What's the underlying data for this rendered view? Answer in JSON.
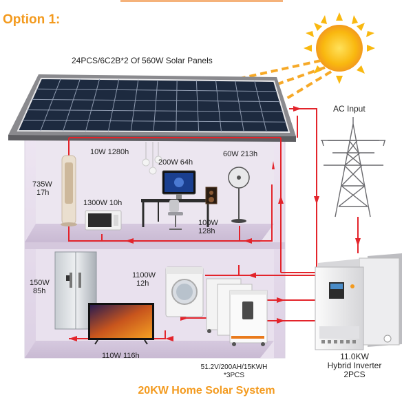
{
  "header": {
    "option_title": "Option 1:"
  },
  "solar_panels": {
    "label": "24PCS/6C2B*2 Of 560W Solar Panels"
  },
  "grid": {
    "label": "AC Input"
  },
  "appliances": {
    "lamp": {
      "label": "10W 1280h"
    },
    "computer": {
      "label": "200W 64h"
    },
    "fan": {
      "label": "60W 213h"
    },
    "air_conditioner": {
      "line1": "735W",
      "line2": "17h"
    },
    "microwave": {
      "label": "1300W 10h"
    },
    "speaker": {
      "line1": "100W",
      "line2": "128h"
    },
    "fridge": {
      "line1": "150W",
      "line2": "85h"
    },
    "washer": {
      "line1": "1100W",
      "line2": "12h"
    },
    "tv": {
      "label": "110W 116h"
    }
  },
  "battery": {
    "line1": "51.2V/200AH/15KWH",
    "line2": "*3PCS"
  },
  "inverter": {
    "line1": "11.0KW",
    "line2": "Hybrid Inverter",
    "line3": "2PCS"
  },
  "footer": {
    "title": "20KW Home Solar System"
  },
  "colors": {
    "accent": "#f39a1e",
    "wire": "#e3242b",
    "house_wall": "#e8e0ee",
    "roof": "#7d7d80",
    "panel": "#1d2a3f",
    "sun": "#f7b40f"
  }
}
